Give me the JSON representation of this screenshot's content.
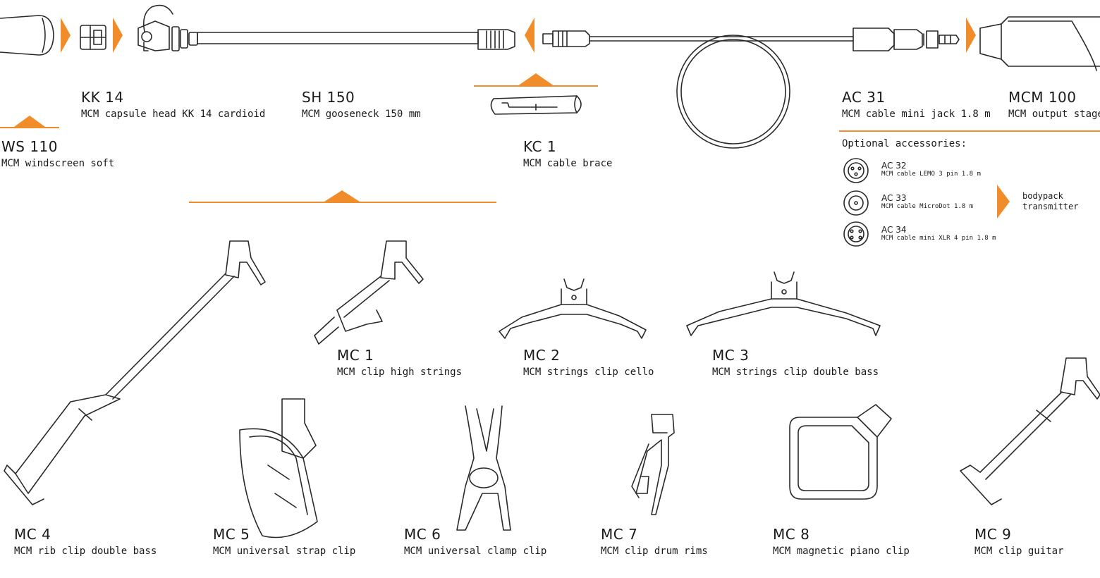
{
  "accent_color": "#f08c2a",
  "line_color": "#2a2a2a",
  "top_chain": [
    {
      "code": "WS 110",
      "name": "MCM windscreen soft"
    },
    {
      "code": "KK 14",
      "name": "MCM capsule head KK 14 cardioid"
    },
    {
      "code": "SH 150",
      "name": "MCM gooseneck 150 mm"
    },
    {
      "code": "KC 1",
      "name": "MCM cable brace"
    },
    {
      "code": "AC 31",
      "name": "MCM cable mini jack 1.8 m"
    },
    {
      "code": "MCM 100",
      "name": "MCM output stage"
    }
  ],
  "optional": {
    "heading": "Optional accessories:",
    "items": [
      {
        "code": "AC 32",
        "name": "MCM cable LEMO 3 pin 1.8 m",
        "icon": "lemo-connector-icon"
      },
      {
        "code": "AC 33",
        "name": "MCM cable MicroDot 1.8 m",
        "icon": "microdot-connector-icon"
      },
      {
        "code": "AC 34",
        "name": "MCM cable mini XLR 4 pin 1.8 m",
        "icon": "mini-xlr-connector-icon"
      }
    ],
    "target_line1": "bodypack",
    "target_line2": "transmitter"
  },
  "clips": [
    {
      "code": "MC 1",
      "name": "MCM clip high strings"
    },
    {
      "code": "MC 2",
      "name": "MCM strings clip cello"
    },
    {
      "code": "MC 3",
      "name": "MCM strings clip double bass"
    },
    {
      "code": "MC 4",
      "name": "MCM rib clip double bass"
    },
    {
      "code": "MC 5",
      "name": "MCM universal strap clip"
    },
    {
      "code": "MC 6",
      "name": "MCM universal clamp clip"
    },
    {
      "code": "MC 7",
      "name": "MCM clip drum rims"
    },
    {
      "code": "MC 8",
      "name": "MCM magnetic piano clip"
    },
    {
      "code": "MC 9",
      "name": "MCM clip guitar"
    }
  ]
}
